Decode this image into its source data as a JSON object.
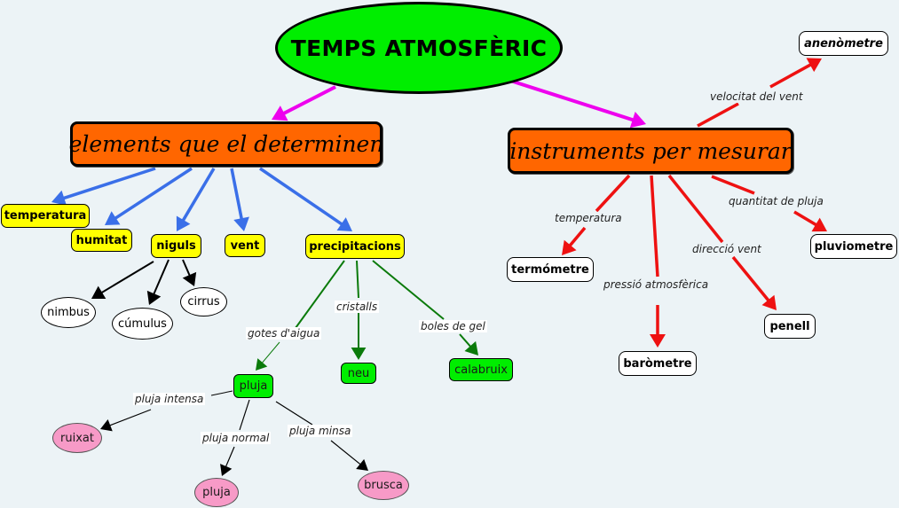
{
  "root": {
    "label": "TEMPS ATMOSFÈRIC"
  },
  "hubs": {
    "elements": "elements que el determinen",
    "instruments": "instruments per mesurar"
  },
  "elements": [
    {
      "id": "temperatura",
      "label": "temperatura"
    },
    {
      "id": "humitat",
      "label": "humitat"
    },
    {
      "id": "niguls",
      "label": "niguls"
    },
    {
      "id": "vent",
      "label": "vent"
    },
    {
      "id": "precipitacions",
      "label": "precipitacions"
    }
  ],
  "clouds": [
    "nimbus",
    "cúmulus",
    "cirrus"
  ],
  "precipitation": {
    "links": [
      "gotes d'aigua",
      "cristalls",
      "boles de gel"
    ],
    "nodes": [
      "pluja",
      "neu",
      "calabruix"
    ]
  },
  "rain": {
    "links": [
      "pluja intensa",
      "pluja normal",
      "pluja minsa"
    ],
    "nodes": [
      "ruixat",
      "pluja",
      "brusca"
    ]
  },
  "instruments": {
    "links": [
      "velocitat del vent",
      "temperatura",
      "pressió atmosfèrica",
      "direcció vent",
      "quantitat de pluja"
    ],
    "nodes": [
      "anenòmetre",
      "termómetre",
      "baròmetre",
      "penell",
      "pluviometre"
    ]
  },
  "colors": {
    "background": "#ecf3f6",
    "root_fill": "#00ee00",
    "hub_fill": "#ff6600",
    "element_fill": "#ffff00",
    "precip_fill": "#00ee00",
    "rain_fill": "#f79ac7",
    "edge_root": "#ee00ee",
    "edge_elements": "#3a6fe8",
    "edge_clouds": "#000000",
    "edge_precip": "#0a7a0a",
    "edge_instruments": "#ee1111"
  }
}
